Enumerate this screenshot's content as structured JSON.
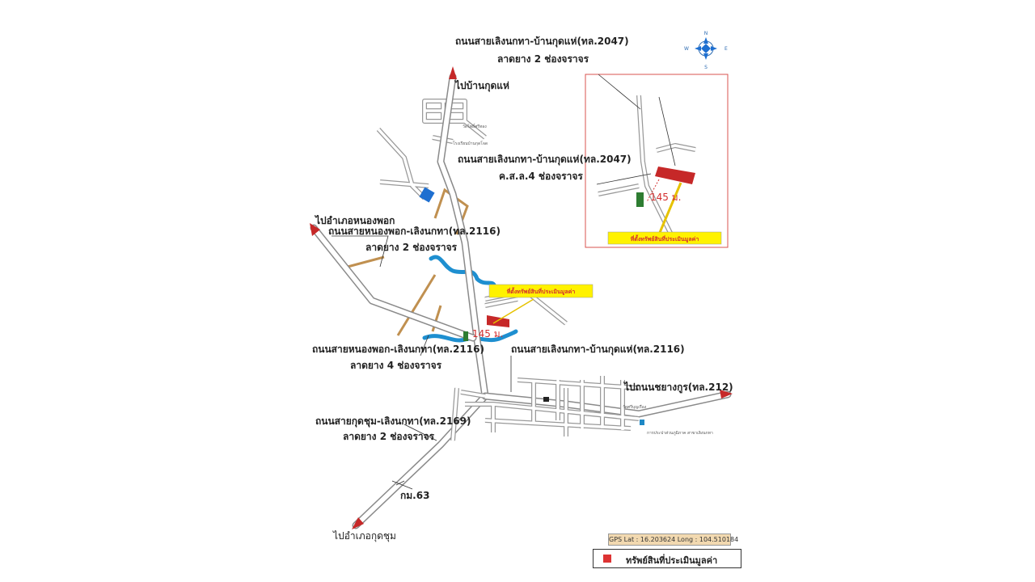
{
  "map": {
    "labels": {
      "road_2047_top": "ถนนสายเลิงนกทา-บ้านกุดแห่(ทล.2047)",
      "road_2047_top_lanes": "ลาดยาง 2 ช่องจราจร",
      "to_ban_kut_hae": "ไปบ้านกุดแห่",
      "road_2047_mid": "ถนนสายเลิงนกทา-บ้านกุดแห่(ทล.2047)",
      "road_2047_mid_lanes": "ค.ส.ล.4 ช่องจราจร",
      "to_nong_phok": "ไปอำเภอหนองพอก",
      "road_2116_top": "ถนนสายหนองพอก-เลิงนกทา(ทล.2116)",
      "road_2116_top_lanes": "ลาดยาง 2 ช่องจราจร",
      "road_2116_bottom": "ถนนสายหนองพอก-เลิงนกทา(ทล.2116)",
      "road_2116_bottom_lanes": "ลาดยาง 4 ช่องจราจร",
      "road_town_2116": "ถนนสายเลิงนกทา-บ้านกุดแห่(ทล.2116)",
      "to_chanuman": "ไปถนนชยางกูร(ทล.212)",
      "road_2169": "ถนนสายกุดชุม-เลิงนกทา(ทล.2169)",
      "road_2169_lanes": "ลาดยาง 2 ช่องจราจร",
      "km": "กม.63",
      "to_kut_chum": "ไปอำเภอกุดชุม",
      "property_callout": "ที่ตั้งทรัพย์สินที่ประเมินมูลค่า",
      "inset_callout": "ที่ตั้งทรัพย์สินที่ประเมินมูลค่า",
      "distance": "145  ม.",
      "inset_distance": "145  ม.",
      "temple_top": "วัดโพธิ์ศรีทอง",
      "school_top": "โรงเรียนบ้านกุดโจด",
      "temple_east": "วัดศรีบุญเรือง",
      "water_office": "การประปาส่วนภูมิภาค สาขาเลิงนกทา"
    },
    "compass": {
      "n": "N",
      "s": "S",
      "e": "E",
      "w": "W"
    },
    "gps": "GPS Lat : 16.203624 Long : 104.510184",
    "legend": {
      "label": "ทรัพย์สินที่ประเมินมูลค่า",
      "color": "#d33333"
    },
    "colors": {
      "property": "#c62828",
      "river": "#1e8fd0",
      "callout": "#fff200",
      "inset_border": "#d9534f"
    }
  }
}
